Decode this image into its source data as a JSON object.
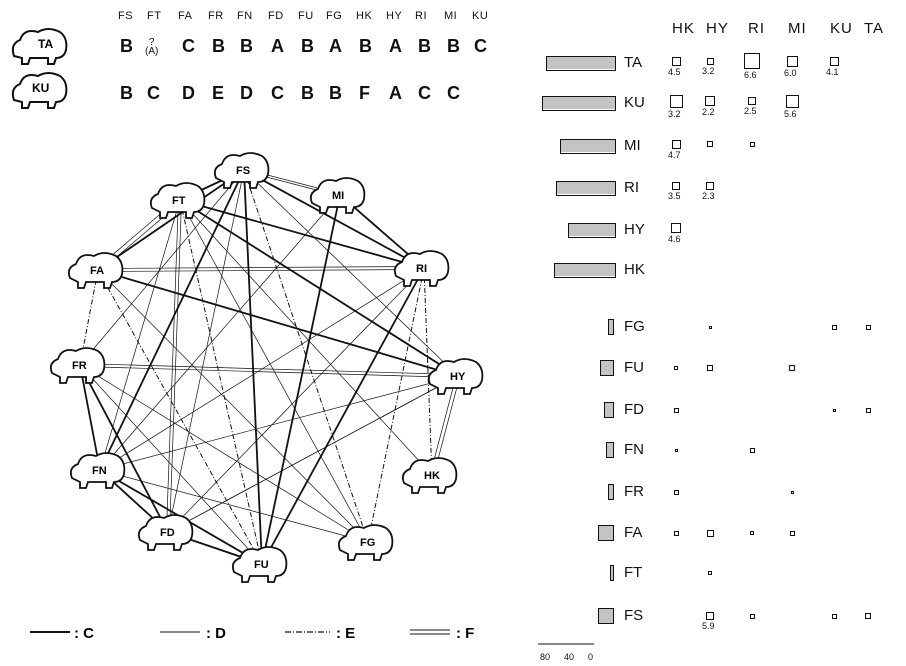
{
  "code_headers": [
    "FS",
    "FT",
    "FA",
    "FR",
    "FN",
    "FD",
    "FU",
    "FG",
    "HK",
    "HY",
    "RI",
    "MI",
    "KU"
  ],
  "ta_grades": [
    "B",
    "?\n(A)",
    "C",
    "B",
    "B",
    "A",
    "B",
    "A",
    "B",
    "A",
    "B",
    "B",
    "C"
  ],
  "ku_grades": [
    "B",
    "C",
    "D",
    "E",
    "D",
    "C",
    "B",
    "B",
    "F",
    "A",
    "C",
    "C"
  ],
  "icons": {
    "ta": "bear-icon",
    "ku": "bear-icon"
  },
  "bear_left": {
    "ta": "TA",
    "ku": "KU"
  },
  "network_nodes": [
    "FS",
    "MI",
    "RI",
    "HY",
    "HK",
    "FG",
    "FU",
    "FD",
    "FN",
    "FR",
    "FA",
    "FT"
  ],
  "legend": [
    {
      "style": "solid-thick",
      "label": ": C"
    },
    {
      "style": "solid-thin",
      "label": ": D"
    },
    {
      "style": "dash-dot",
      "label": ": E"
    },
    {
      "style": "double",
      "label": ": F"
    }
  ],
  "matrix": {
    "col_headers": [
      "HK",
      "HY",
      "RI",
      "MI",
      "KU",
      "TA"
    ],
    "rows_top": [
      {
        "label": "TA",
        "cells": [
          {
            "col": "HK",
            "size": 9,
            "v": "4.5"
          },
          {
            "col": "HY",
            "size": 7,
            "v": "3.2"
          },
          {
            "col": "RI",
            "size": 16,
            "v": "6.6"
          },
          {
            "col": "MI",
            "size": 11,
            "v": "6.0"
          },
          {
            "col": "KU",
            "size": 9,
            "v": "4.1"
          }
        ]
      },
      {
        "label": "KU",
        "cells": [
          {
            "col": "HK",
            "size": 13,
            "v": "3.2"
          },
          {
            "col": "HY",
            "size": 10,
            "v": "2.2"
          },
          {
            "col": "RI",
            "size": 8,
            "v": "2.5"
          },
          {
            "col": "MI",
            "size": 13,
            "v": "5.6"
          }
        ]
      },
      {
        "label": "MI",
        "cells": [
          {
            "col": "HK",
            "size": 9,
            "v": "4.7"
          },
          {
            "col": "HY",
            "size": 6,
            "v": ""
          },
          {
            "col": "RI",
            "size": 5,
            "v": ""
          }
        ]
      },
      {
        "label": "RI",
        "cells": [
          {
            "col": "HK",
            "size": 8,
            "v": "3.5"
          },
          {
            "col": "HY",
            "size": 8,
            "v": "2.3"
          }
        ]
      },
      {
        "label": "HY",
        "cells": [
          {
            "col": "HK",
            "size": 10,
            "v": "4.6"
          }
        ]
      },
      {
        "label": "HK",
        "cells": []
      }
    ],
    "rows_bottom": [
      {
        "label": "FG",
        "cells": [
          {
            "col": "HY",
            "size": 3,
            "v": ""
          },
          {
            "col": "KU",
            "size": 5,
            "v": ""
          },
          {
            "col": "TA",
            "size": 5,
            "v": ""
          }
        ]
      },
      {
        "label": "FU",
        "cells": [
          {
            "col": "HK",
            "size": 4,
            "v": ""
          },
          {
            "col": "HY",
            "size": 6,
            "v": ""
          },
          {
            "col": "MI",
            "size": 6,
            "v": ""
          }
        ]
      },
      {
        "label": "FD",
        "cells": [
          {
            "col": "HK",
            "size": 5,
            "v": ""
          },
          {
            "col": "KU",
            "size": 3,
            "v": ""
          },
          {
            "col": "TA",
            "size": 5,
            "v": ""
          }
        ]
      },
      {
        "label": "FN",
        "cells": [
          {
            "col": "HK",
            "size": 3,
            "v": ""
          },
          {
            "col": "RI",
            "size": 5,
            "v": ""
          }
        ]
      },
      {
        "label": "FR",
        "cells": [
          {
            "col": "HK",
            "size": 5,
            "v": ""
          },
          {
            "col": "MI",
            "size": 3,
            "v": ""
          }
        ]
      },
      {
        "label": "FA",
        "cells": [
          {
            "col": "HK",
            "size": 5,
            "v": ""
          },
          {
            "col": "HY",
            "size": 7,
            "v": ""
          },
          {
            "col": "RI",
            "size": 4,
            "v": ""
          },
          {
            "col": "MI",
            "size": 5,
            "v": ""
          }
        ]
      },
      {
        "label": "FT",
        "cells": [
          {
            "col": "HY",
            "size": 4,
            "v": ""
          }
        ]
      },
      {
        "label": "FS",
        "cells": [
          {
            "col": "HY",
            "size": 8,
            "v": "5.9"
          },
          {
            "col": "RI",
            "size": 5,
            "v": ""
          },
          {
            "col": "KU",
            "size": 5,
            "v": ""
          },
          {
            "col": "TA",
            "size": 6,
            "v": ""
          }
        ]
      }
    ]
  },
  "scale": {
    "labels": [
      "80",
      "40",
      "0"
    ]
  }
}
